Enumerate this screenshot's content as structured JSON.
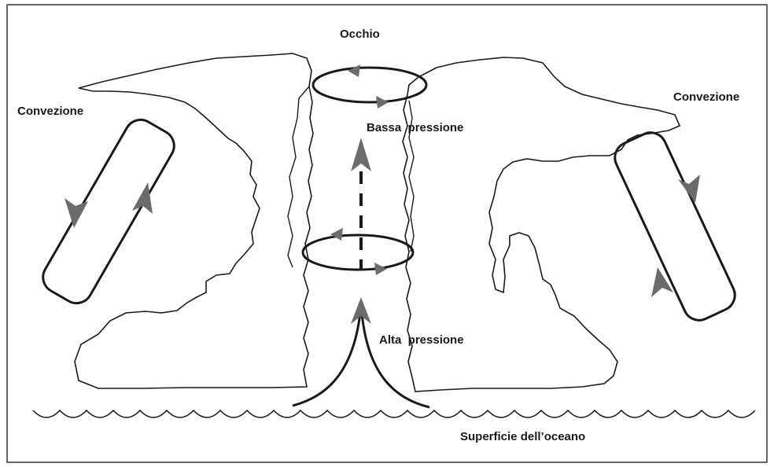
{
  "labels": {
    "eye": "Occhio",
    "convection_left": "Convezione",
    "convection_right": "Convezione",
    "low_pressure": "Bassa  pressione",
    "high_pressure": "Alta  pressione",
    "ocean_surface": "Superficie dell’oceano"
  },
  "colors": {
    "outline": "#1a1a1a",
    "arrow": "#6b6b6b",
    "background": "#ffffff"
  }
}
